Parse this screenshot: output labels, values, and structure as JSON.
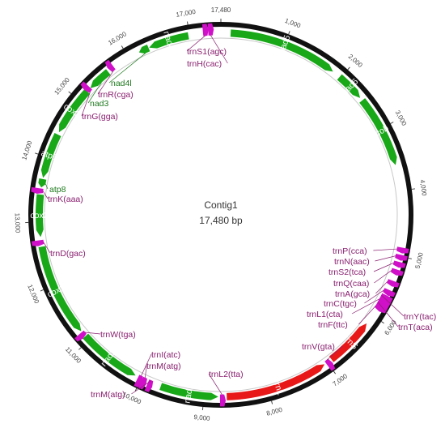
{
  "map": {
    "name": "Contig1",
    "length_label": "17,480 bp",
    "total_bp": 17480,
    "colors": {
      "cds": "#18a818",
      "rrna": "#e81818",
      "trna": "#d010c8",
      "trna_label": "#8a2070",
      "cds_label": "#1f7a1f",
      "backbone": "#111111",
      "inner_ring": "#c8c8c8",
      "tick": "#444444"
    },
    "ticks": [
      {
        "pos": 0,
        "label": "17,480"
      },
      {
        "pos": 1000,
        "label": "1,000"
      },
      {
        "pos": 2000,
        "label": "2,000"
      },
      {
        "pos": 3000,
        "label": "3,000"
      },
      {
        "pos": 4000,
        "label": "4,000"
      },
      {
        "pos": 5000,
        "label": "5,000"
      },
      {
        "pos": 6000,
        "label": "6,000"
      },
      {
        "pos": 7000,
        "label": "7,000"
      },
      {
        "pos": 8000,
        "label": "8,000"
      },
      {
        "pos": 9000,
        "label": "9,000"
      },
      {
        "pos": 10000,
        "label": "10,000"
      },
      {
        "pos": 11000,
        "label": "11,000"
      },
      {
        "pos": 12000,
        "label": "12,000"
      },
      {
        "pos": 13000,
        "label": "13,000"
      },
      {
        "pos": 14000,
        "label": "14,000"
      },
      {
        "pos": 15000,
        "label": "15,000"
      },
      {
        "pos": 16000,
        "label": "16,000"
      },
      {
        "pos": 17000,
        "label": "17,000"
      }
    ],
    "features": [
      {
        "name": "nad5",
        "type": "cds",
        "start": 150,
        "end": 1850,
        "strand": 1,
        "label": "inside"
      },
      {
        "name": "nad4l",
        "type": "cds",
        "start": 16180,
        "end": 16340,
        "strand": -1,
        "label": "outside"
      },
      {
        "name": "nad4",
        "type": "cds",
        "start": 16350,
        "end": 16980,
        "strand": -1,
        "label": "inside"
      },
      {
        "name": "nad6",
        "type": "cds",
        "start": 1980,
        "end": 2430,
        "strand": 1,
        "label": "inside"
      },
      {
        "name": "cob",
        "type": "cds",
        "start": 2480,
        "end": 3600,
        "strand": 1,
        "label": "inside"
      },
      {
        "name": "rrnS",
        "type": "rrna",
        "start": 6150,
        "end": 6920,
        "strand": -1,
        "label": "inside"
      },
      {
        "name": "rrnL",
        "type": "rrna",
        "start": 7050,
        "end": 8650,
        "strand": -1,
        "label": "inside"
      },
      {
        "name": "nad1",
        "type": "cds",
        "start": 8780,
        "end": 9680,
        "strand": -1,
        "label": "inside"
      },
      {
        "name": "nad2",
        "type": "cds",
        "start": 10100,
        "end": 11080,
        "strand": -1,
        "label": "inside"
      },
      {
        "name": "cox1",
        "type": "cds",
        "start": 11180,
        "end": 12620,
        "strand": -1,
        "label": "inside"
      },
      {
        "name": "cox2",
        "type": "cds",
        "start": 12770,
        "end": 13420,
        "strand": -1,
        "label": "inside"
      },
      {
        "name": "atp8",
        "type": "cds",
        "start": 13530,
        "end": 13660,
        "strand": -1,
        "label": "outside"
      },
      {
        "name": "atp6",
        "type": "cds",
        "start": 13680,
        "end": 14380,
        "strand": -1,
        "label": "inside"
      },
      {
        "name": "cox3",
        "type": "cds",
        "start": 14420,
        "end": 15180,
        "strand": -1,
        "label": "inside"
      },
      {
        "name": "nad3",
        "type": "cds",
        "start": 15250,
        "end": 15620,
        "strand": -1,
        "label": "outside"
      }
    ],
    "trnas": [
      {
        "name": "trnS1(agc)",
        "pos": 17240,
        "strand": 1
      },
      {
        "name": "trnH(cac)",
        "pos": 17320,
        "strand": 1
      },
      {
        "name": "trnR(cga)",
        "pos": 15700,
        "strand": -1
      },
      {
        "name": "trnG(gga)",
        "pos": 15220,
        "strand": -1
      },
      {
        "name": "trnK(aaa)",
        "pos": 13480,
        "strand": -1
      },
      {
        "name": "trnD(gac)",
        "pos": 12690,
        "strand": -1
      },
      {
        "name": "trnW(tga)",
        "pos": 11130,
        "strand": -1
      },
      {
        "name": "trnI(atc)",
        "pos": 10020,
        "strand": -1
      },
      {
        "name": "trnM(atg)",
        "pos": 9950,
        "strand": -1
      },
      {
        "name": "trnM(atg)",
        "pos": 9850,
        "strand": -1
      },
      {
        "name": "trnL2(tta)",
        "pos": 8720,
        "strand": -1
      },
      {
        "name": "trnV(gta)",
        "pos": 6990,
        "strand": -1
      },
      {
        "name": "trnP(cca)",
        "pos": 4900,
        "strand": 1
      },
      {
        "name": "trnN(aac)",
        "pos": 5010,
        "strand": 1
      },
      {
        "name": "trnS2(tca)",
        "pos": 5120,
        "strand": 1
      },
      {
        "name": "trnQ(caa)",
        "pos": 5240,
        "strand": 1
      },
      {
        "name": "trnA(gca)",
        "pos": 5420,
        "strand": 1
      },
      {
        "name": "trnC(tgc)",
        "pos": 5570,
        "strand": 1
      },
      {
        "name": "trnL1(cta)",
        "pos": 5720,
        "strand": 1
      },
      {
        "name": "trnF(ttc)",
        "pos": 5840,
        "strand": 1
      },
      {
        "name": "trnY(tac)",
        "pos": 5660,
        "strand": 1
      },
      {
        "name": "trnT(aca)",
        "pos": 5780,
        "strand": 1
      }
    ]
  }
}
